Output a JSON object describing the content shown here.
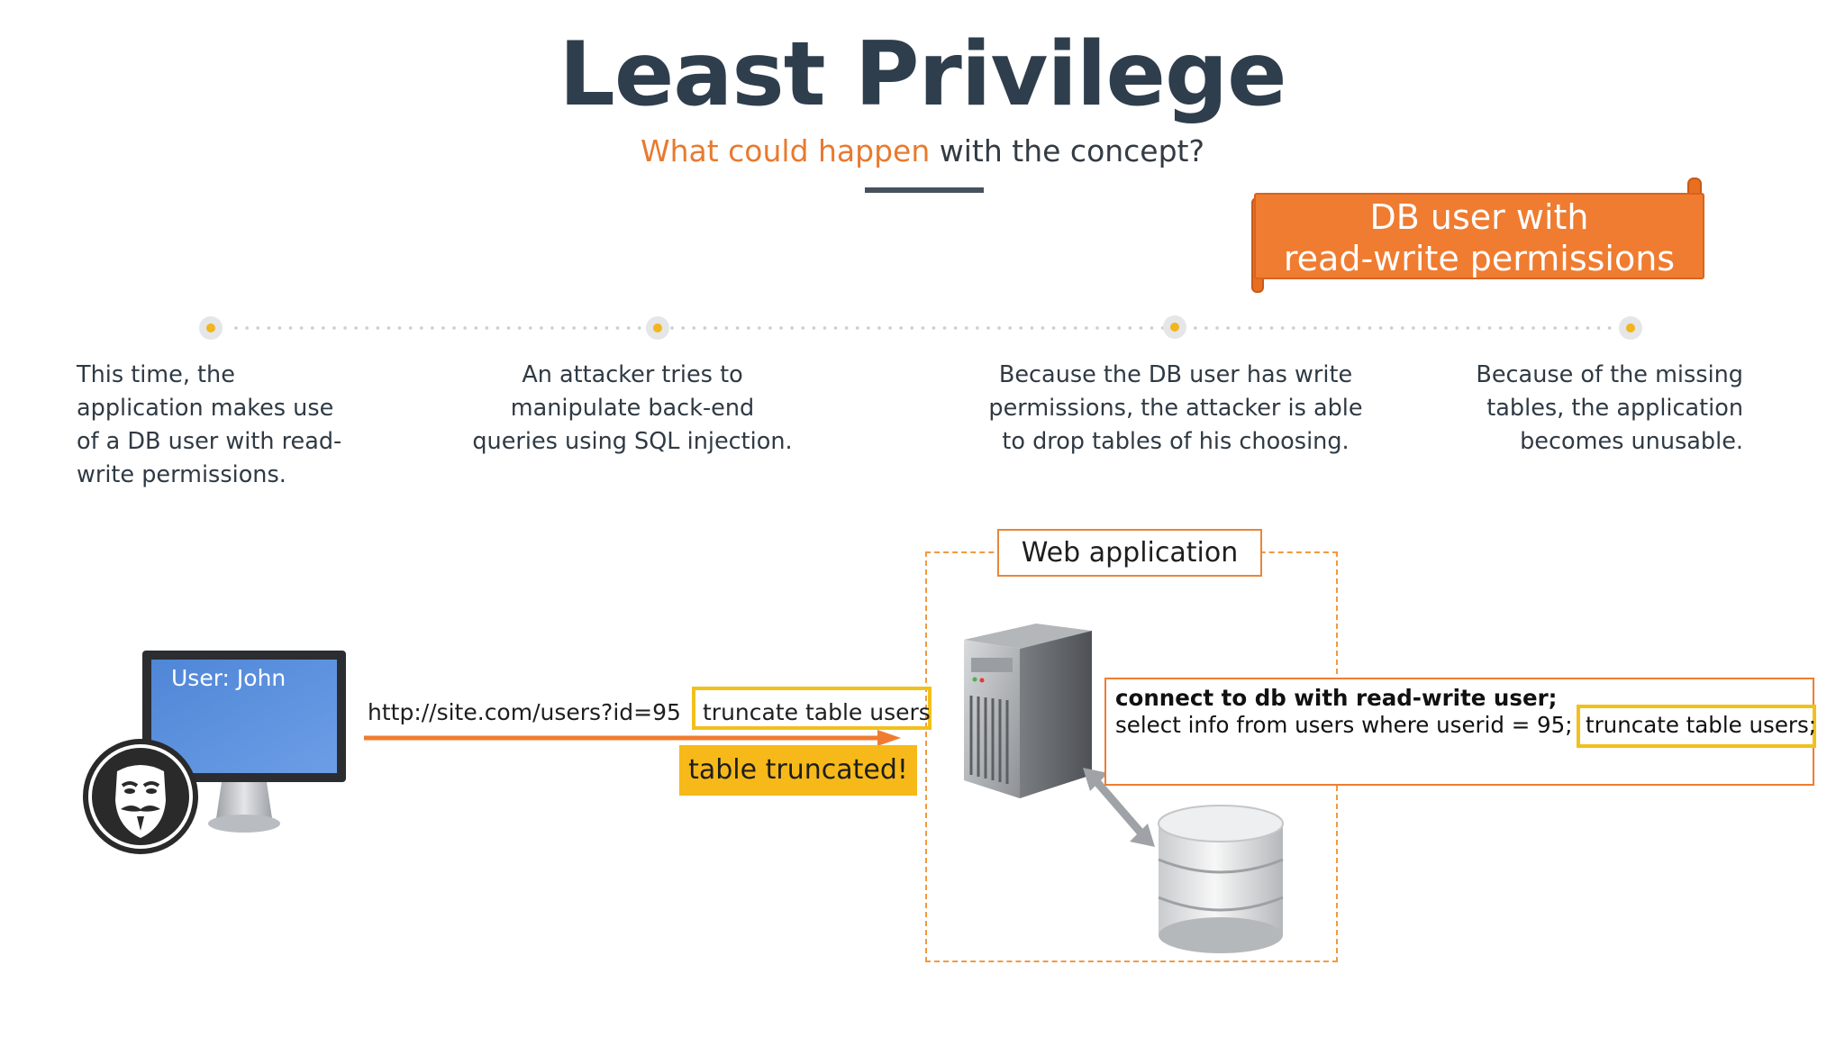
{
  "header": {
    "title": "Least Privilege",
    "subtitle_highlight": "What could happen",
    "subtitle_rest": " with the concept?"
  },
  "banner": {
    "line1": "DB user with",
    "line2": "read-write permissions"
  },
  "timeline": {
    "steps": [
      {
        "line1": "This time, the",
        "line2": "application makes use",
        "line3": "of a DB user with read-",
        "line4": "write permissions."
      },
      {
        "line1": "An attacker tries to",
        "line2": "manipulate back-end",
        "line3": "queries using SQL injection."
      },
      {
        "line1": "Because the DB user has write",
        "line2": "permissions, the attacker is able",
        "line3": "to drop tables of his choosing."
      },
      {
        "line1": "Because of the missing",
        "line2": "tables, the application",
        "line3": "becomes unusable."
      }
    ]
  },
  "diagram": {
    "user_label": "User: John",
    "url": "http://site.com/users?id=95",
    "url_payload": "truncate table users",
    "result": "table truncated!",
    "webapp_label": "Web application",
    "query_line1": "connect to db with read-write user;",
    "query_line2": "select info from users where userid = 95;",
    "query_payload": "truncate table users;"
  },
  "colors": {
    "accent": "#ef7c30",
    "highlight": "#f2c01b",
    "title": "#2f3e4d",
    "dashed_box": "#f29a3e"
  },
  "icons": {
    "computer": "monitor-icon",
    "attacker": "guy-fawkes-mask-icon",
    "server": "server-tower-icon",
    "database": "database-cylinder-icon",
    "link": "double-arrow-icon"
  }
}
